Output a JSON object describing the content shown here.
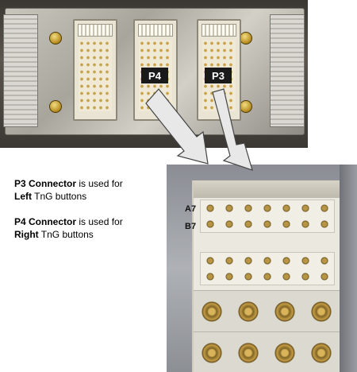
{
  "top_photo": {
    "labels": {
      "p4": "P4",
      "p3": "P3"
    }
  },
  "captions": [
    {
      "bold": "P3 Connector",
      "rest": " is used for",
      "line2_bold": "Left",
      "line2_rest": " TnG buttons"
    },
    {
      "bold": "P4 Connector",
      "rest": " is used for",
      "line2_bold": "Right",
      "line2_rest": " TnG buttons"
    }
  ],
  "closeup_photo": {
    "pin_labels": {
      "a7": "A7",
      "b7": "B7"
    }
  },
  "colors": {
    "label_bg": "#1a1a1a",
    "label_text": "#ffffff",
    "arrow_fill": "#e8e8e8",
    "arrow_stroke": "#444444"
  }
}
